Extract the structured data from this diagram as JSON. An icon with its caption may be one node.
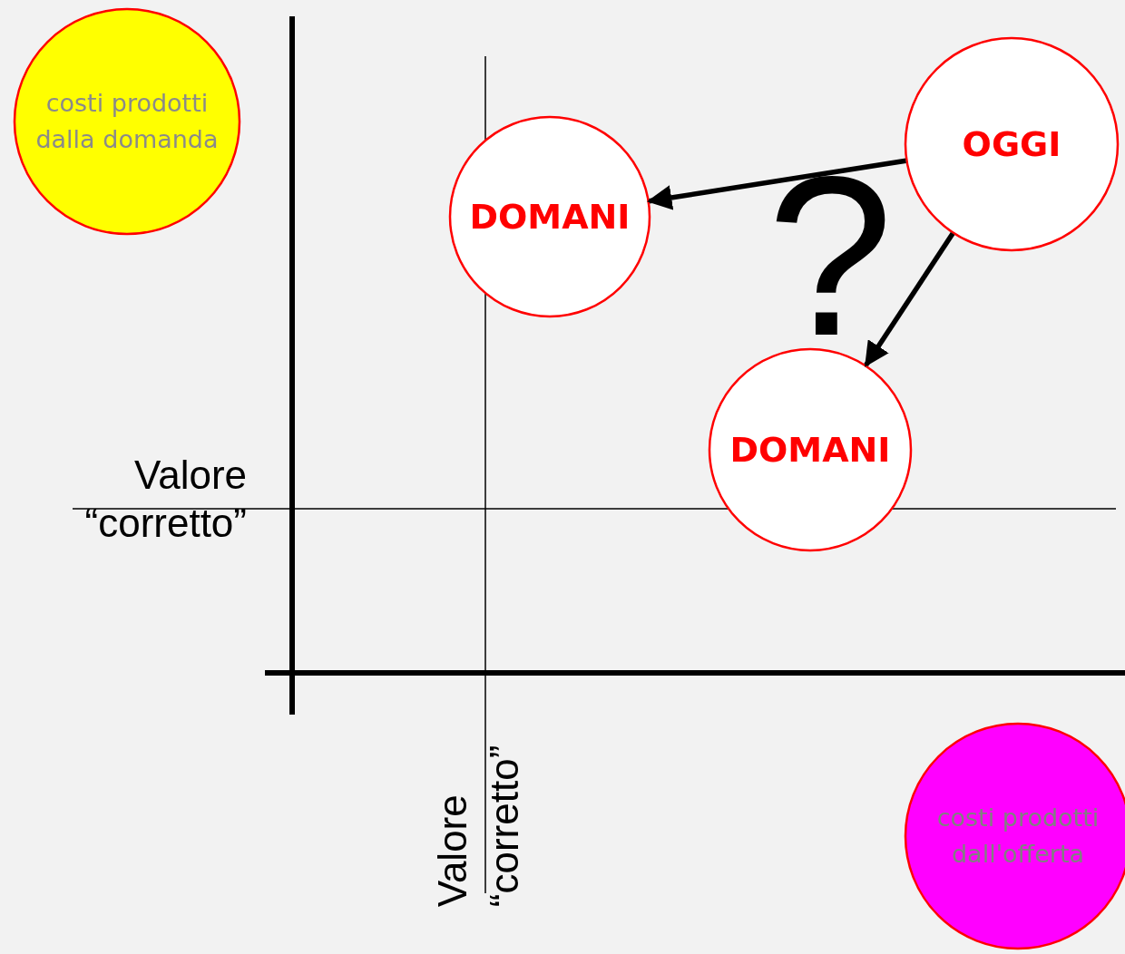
{
  "diagram": {
    "nodes": [
      {
        "text": [
          "costi prodotti dalla domanda"
        ]
      },
      {
        "text": [
          "DOMANI"
        ]
      },
      {
        "text": [
          "OGGI"
        ]
      },
      {
        "text": [
          "DOMANI"
        ]
      },
      {
        "text": [
          "costi prodotti dall'offerta"
        ]
      }
    ],
    "edges": [
      {
        "from": 2,
        "to": 1,
        "arrow": "to"
      },
      {
        "from": 2,
        "to": 3,
        "arrow": "to"
      }
    ],
    "labels": [
      "Valore “corretto”",
      "?",
      "Valore “corretto”"
    ]
  }
}
